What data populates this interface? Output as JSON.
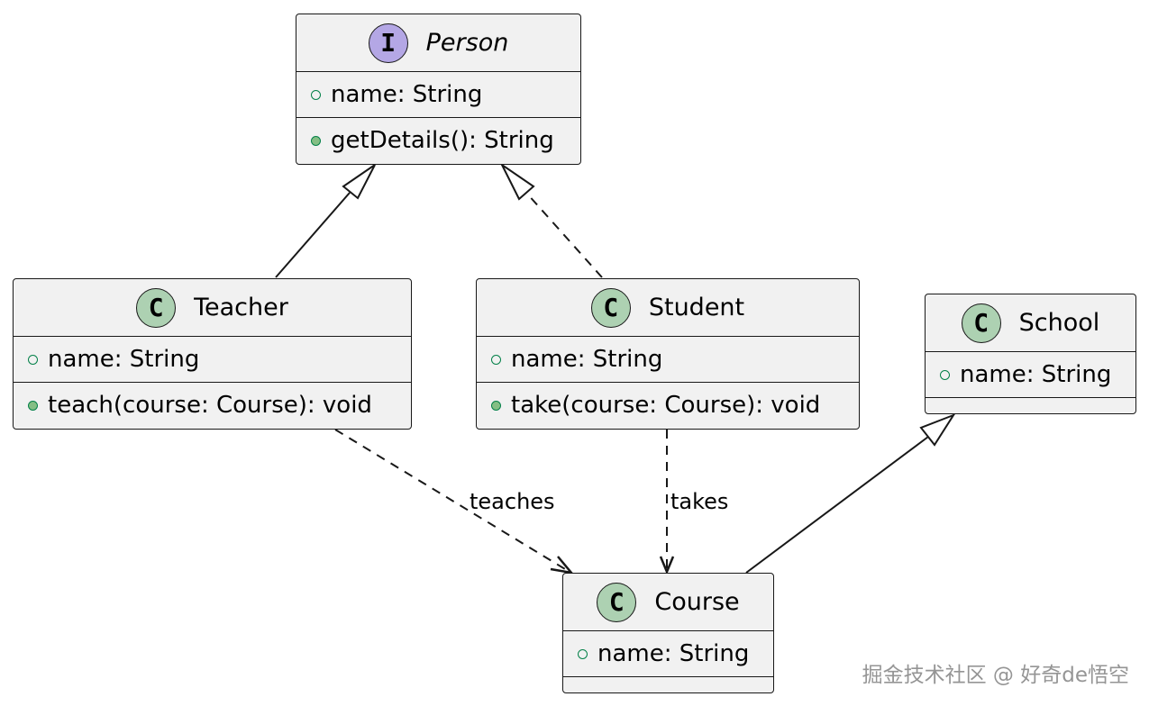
{
  "diagram": {
    "nodes": {
      "person": {
        "kind": "interface",
        "badge": "I",
        "name": "Person",
        "fields": [
          "name: String"
        ],
        "methods": [
          "getDetails(): String"
        ]
      },
      "teacher": {
        "kind": "class",
        "badge": "C",
        "name": "Teacher",
        "fields": [
          "name: String"
        ],
        "methods": [
          "teach(course: Course): void"
        ]
      },
      "student": {
        "kind": "class",
        "badge": "C",
        "name": "Student",
        "fields": [
          "name: String"
        ],
        "methods": [
          "take(course: Course): void"
        ]
      },
      "school": {
        "kind": "class",
        "badge": "C",
        "name": "School",
        "fields": [
          "name: String"
        ],
        "methods": []
      },
      "course": {
        "kind": "class",
        "badge": "C",
        "name": "Course",
        "fields": [
          "name: String"
        ],
        "methods": []
      }
    },
    "edges": [
      {
        "from": "Teacher",
        "to": "Person",
        "type": "generalization",
        "style": "solid",
        "label": ""
      },
      {
        "from": "Student",
        "to": "Person",
        "type": "realization",
        "style": "dashed",
        "label": ""
      },
      {
        "from": "Teacher",
        "to": "Course",
        "type": "dependency",
        "style": "dashed",
        "label": "teaches"
      },
      {
        "from": "Student",
        "to": "Course",
        "type": "dependency",
        "style": "dashed",
        "label": "takes"
      },
      {
        "from": "Course",
        "to": "School",
        "type": "generalization",
        "style": "solid",
        "label": ""
      }
    ]
  },
  "watermark": "掘金技术社区 @ 好奇de悟空",
  "colors": {
    "box_fill": "#f1f1f1",
    "border": "#181818",
    "class_badge": "#add1b2",
    "interface_badge": "#b4a7e5",
    "method_dot": "#84be84",
    "visibility_stroke": "#038048"
  }
}
